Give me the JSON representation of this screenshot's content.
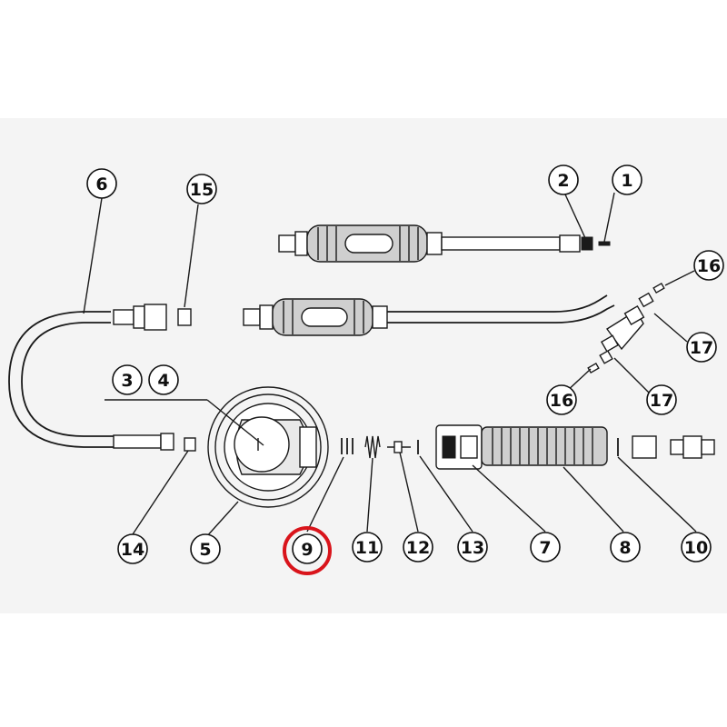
{
  "diagram": {
    "type": "exploded parts diagram",
    "colors": {
      "background": "#f4f4f4",
      "line": "#1a1a1a",
      "highlight": "#d9141b"
    },
    "callouts": [
      {
        "id": "c1",
        "label": "1"
      },
      {
        "id": "c2",
        "label": "2"
      },
      {
        "id": "c3",
        "label": "3"
      },
      {
        "id": "c4",
        "label": "4"
      },
      {
        "id": "c5",
        "label": "5"
      },
      {
        "id": "c6",
        "label": "6"
      },
      {
        "id": "c7",
        "label": "7"
      },
      {
        "id": "c8",
        "label": "8"
      },
      {
        "id": "c9",
        "label": "9",
        "highlighted": true
      },
      {
        "id": "c10",
        "label": "10"
      },
      {
        "id": "c11",
        "label": "11"
      },
      {
        "id": "c12",
        "label": "12"
      },
      {
        "id": "c13",
        "label": "13"
      },
      {
        "id": "c14",
        "label": "14"
      },
      {
        "id": "c15",
        "label": "15"
      },
      {
        "id": "c16a",
        "label": "16"
      },
      {
        "id": "c16b",
        "label": "16"
      },
      {
        "id": "c17a",
        "label": "17"
      },
      {
        "id": "c17b",
        "label": "17"
      }
    ]
  }
}
